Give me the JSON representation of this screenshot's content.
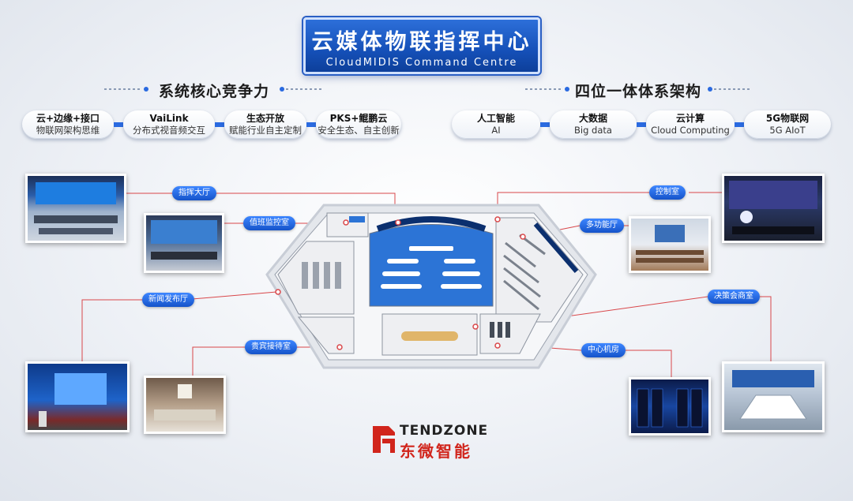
{
  "title": {
    "cn": "云媒体物联指挥中心",
    "en": "CloudMIDIS Command Centre"
  },
  "left_section": {
    "heading": "系统核心竞争力",
    "items": [
      {
        "title": "云+边缘+接口",
        "subtitle": "物联网架构思维"
      },
      {
        "title": "VaiLink",
        "subtitle": "分布式视音频交互"
      },
      {
        "title": "生态开放",
        "subtitle": "赋能行业自主定制"
      },
      {
        "title": "PKS+鲲鹏云",
        "subtitle": "安全生态、自主创新"
      }
    ]
  },
  "right_section": {
    "heading": "四位一体体系架构",
    "items": [
      {
        "title": "人工智能",
        "subtitle": "AI"
      },
      {
        "title": "大数据",
        "subtitle": "Big data"
      },
      {
        "title": "云计算",
        "subtitle": "Cloud Computing"
      },
      {
        "title": "5G物联网",
        "subtitle": "5G AIoT"
      }
    ]
  },
  "room_labels": {
    "command_hall": "指挥大厅",
    "duty_room": "值班监控室",
    "press_hall": "新闻发布厅",
    "vip_room": "贵宾接待室",
    "control_room": "控制室",
    "multi_hall": "多功能厅",
    "decision_room": "决策会商室",
    "data_center": "中心机房"
  },
  "brand": {
    "en": "TENDZONE",
    "cn": "东微智能"
  },
  "colors": {
    "accent": "#2a6ae0",
    "brand_red": "#d1251c",
    "title_blue": "#1550b8",
    "line_red": "#d9474a"
  }
}
